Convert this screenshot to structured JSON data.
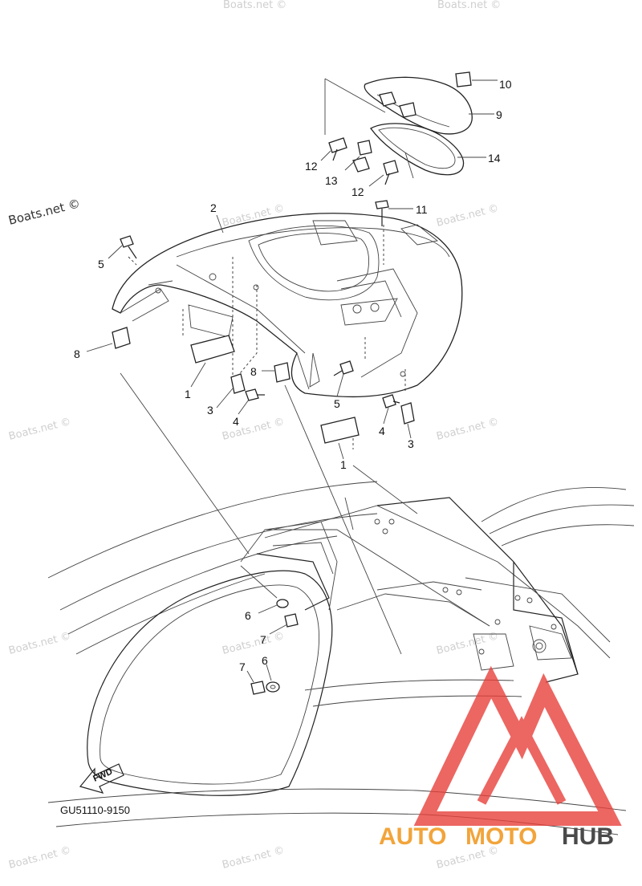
{
  "diagram": {
    "code": "GU51110-9150",
    "fwd_label": "FWD",
    "callouts": [
      {
        "id": "c10",
        "text": "10"
      },
      {
        "id": "c9",
        "text": "9"
      },
      {
        "id": "c14",
        "text": "14"
      },
      {
        "id": "c12a",
        "text": "12"
      },
      {
        "id": "c13",
        "text": "13"
      },
      {
        "id": "c12b",
        "text": "12"
      },
      {
        "id": "c11",
        "text": "11"
      },
      {
        "id": "c2",
        "text": "2"
      },
      {
        "id": "c5a",
        "text": "5"
      },
      {
        "id": "c8a",
        "text": "8"
      },
      {
        "id": "c1a",
        "text": "1"
      },
      {
        "id": "c3a",
        "text": "3"
      },
      {
        "id": "c4a",
        "text": "4"
      },
      {
        "id": "c8b",
        "text": "8"
      },
      {
        "id": "c5b",
        "text": "5"
      },
      {
        "id": "c4b",
        "text": "4"
      },
      {
        "id": "c3b",
        "text": "3"
      },
      {
        "id": "c1b",
        "text": "1"
      },
      {
        "id": "c6a",
        "text": "6"
      },
      {
        "id": "c7a",
        "text": "7"
      },
      {
        "id": "c7b",
        "text": "7"
      },
      {
        "id": "c6b",
        "text": "6"
      }
    ]
  },
  "watermark": {
    "text": "Boats.net ©",
    "brand_part1": "AUTO",
    "brand_part2": "MOTO",
    "brand_part3": "HUB",
    "logo_color": "#e8413c",
    "brand_orange": "#f2a43a",
    "brand_gray": "#4a4a4a"
  }
}
